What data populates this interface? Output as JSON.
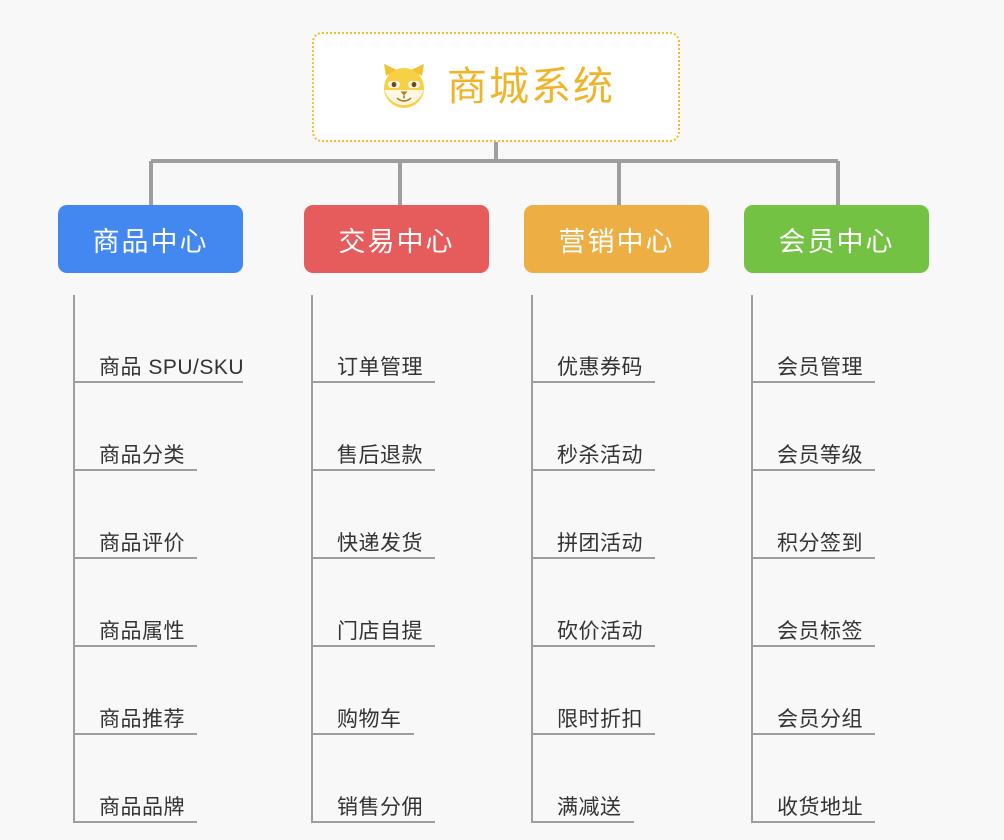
{
  "background_color": "#f8f8f8",
  "root": {
    "title": "商城系统",
    "icon": "shiba-dog-face-icon",
    "text_color": "#f0b429",
    "border_color": "#f5bc2a"
  },
  "connector_color": "#9e9e9e",
  "categories": [
    {
      "label": "商品中心",
      "color": "#4288f0",
      "items": [
        "商品 SPU/SKU",
        "商品分类",
        "商品评价",
        "商品属性",
        "商品推荐",
        "商品品牌"
      ]
    },
    {
      "label": "交易中心",
      "color": "#e65c5c",
      "items": [
        "订单管理",
        "售后退款",
        "快递发货",
        "门店自提",
        "购物车",
        "销售分佣"
      ]
    },
    {
      "label": "营销中心",
      "color": "#edaf44",
      "items": [
        "优惠券码",
        "秒杀活动",
        "拼团活动",
        "砍价活动",
        "限时折扣",
        "满减送"
      ]
    },
    {
      "label": "会员中心",
      "color": "#74c244",
      "items": [
        "会员管理",
        "会员等级",
        "积分签到",
        "会员标签",
        "会员分组",
        "收货地址"
      ]
    }
  ]
}
